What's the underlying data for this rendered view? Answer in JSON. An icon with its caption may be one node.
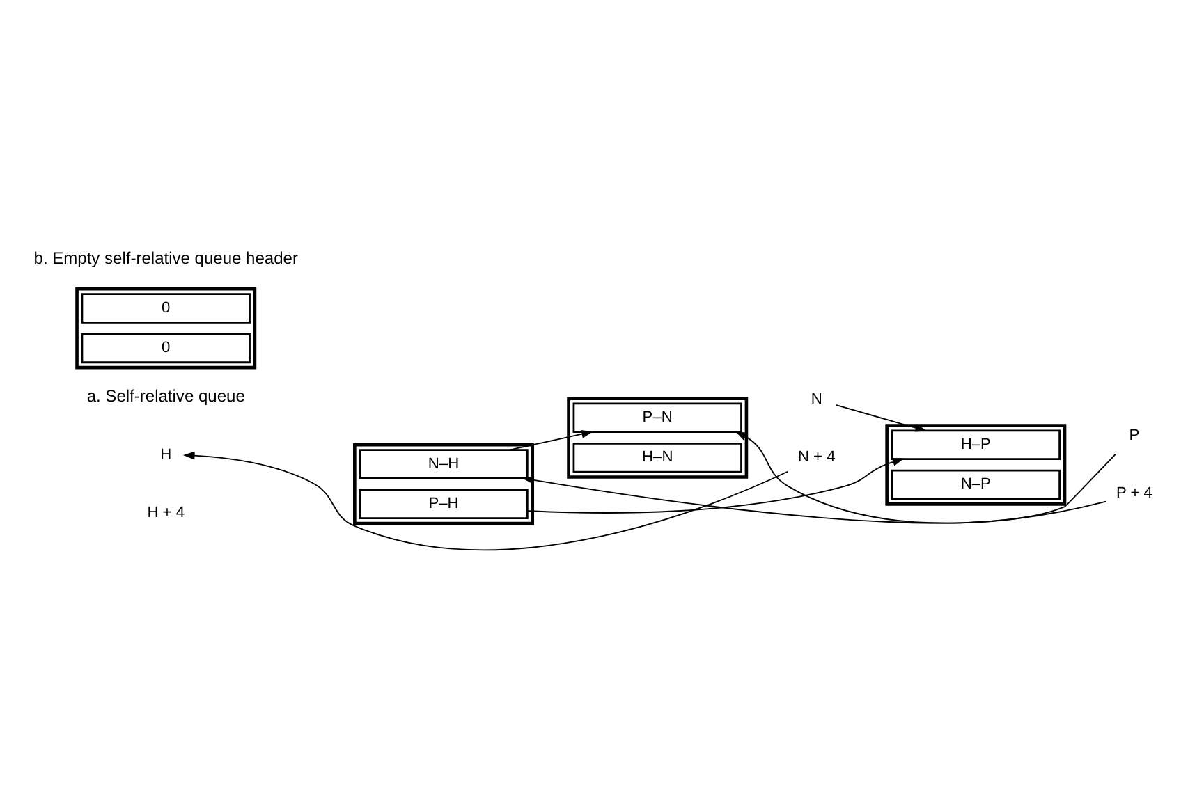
{
  "diagram": {
    "nodes": [
      {
        "text": [],
        "shape": "box"
      },
      {
        "text": [
          "N–H"
        ],
        "in": 0
      },
      {
        "text": [
          "P–H"
        ],
        "in": 0
      },
      {
        "text": [],
        "shape": "box"
      },
      {
        "text": [
          "P–N"
        ],
        "in": 3
      },
      {
        "text": [
          "H–N"
        ],
        "in": 3
      },
      {
        "text": [],
        "shape": "box"
      },
      {
        "text": [
          "H–P"
        ],
        "in": 6
      },
      {
        "text": [
          "N–P"
        ],
        "in": 6
      },
      {
        "text": [
          "H"
        ]
      },
      {
        "text": [
          "H + 4"
        ]
      },
      {
        "text": [
          "N"
        ]
      },
      {
        "text": [
          "N + 4"
        ]
      },
      {
        "text": [
          "P"
        ]
      },
      {
        "text": [
          "P + 4"
        ]
      },
      {
        "text": [],
        "shape": "box"
      },
      {
        "text": [
          "0"
        ],
        "in": 15
      },
      {
        "text": [
          "0"
        ],
        "in": 15
      }
    ],
    "edges": [
      {
        "from": 1,
        "to": 4,
        "arrow": "to"
      },
      {
        "from": 2,
        "to": 7,
        "arrow": "to"
      },
      {
        "from": 11,
        "to": 7,
        "arrow": "to"
      },
      {
        "from": 12,
        "to": 9,
        "arrow": "to"
      },
      {
        "from": 13,
        "to": 1,
        "arrow": "to"
      },
      {
        "from": 14,
        "to": 4,
        "arrow": "to"
      }
    ],
    "labels": [
      "a. Self-relative queue",
      "b. Empty self-relative queue header"
    ]
  }
}
